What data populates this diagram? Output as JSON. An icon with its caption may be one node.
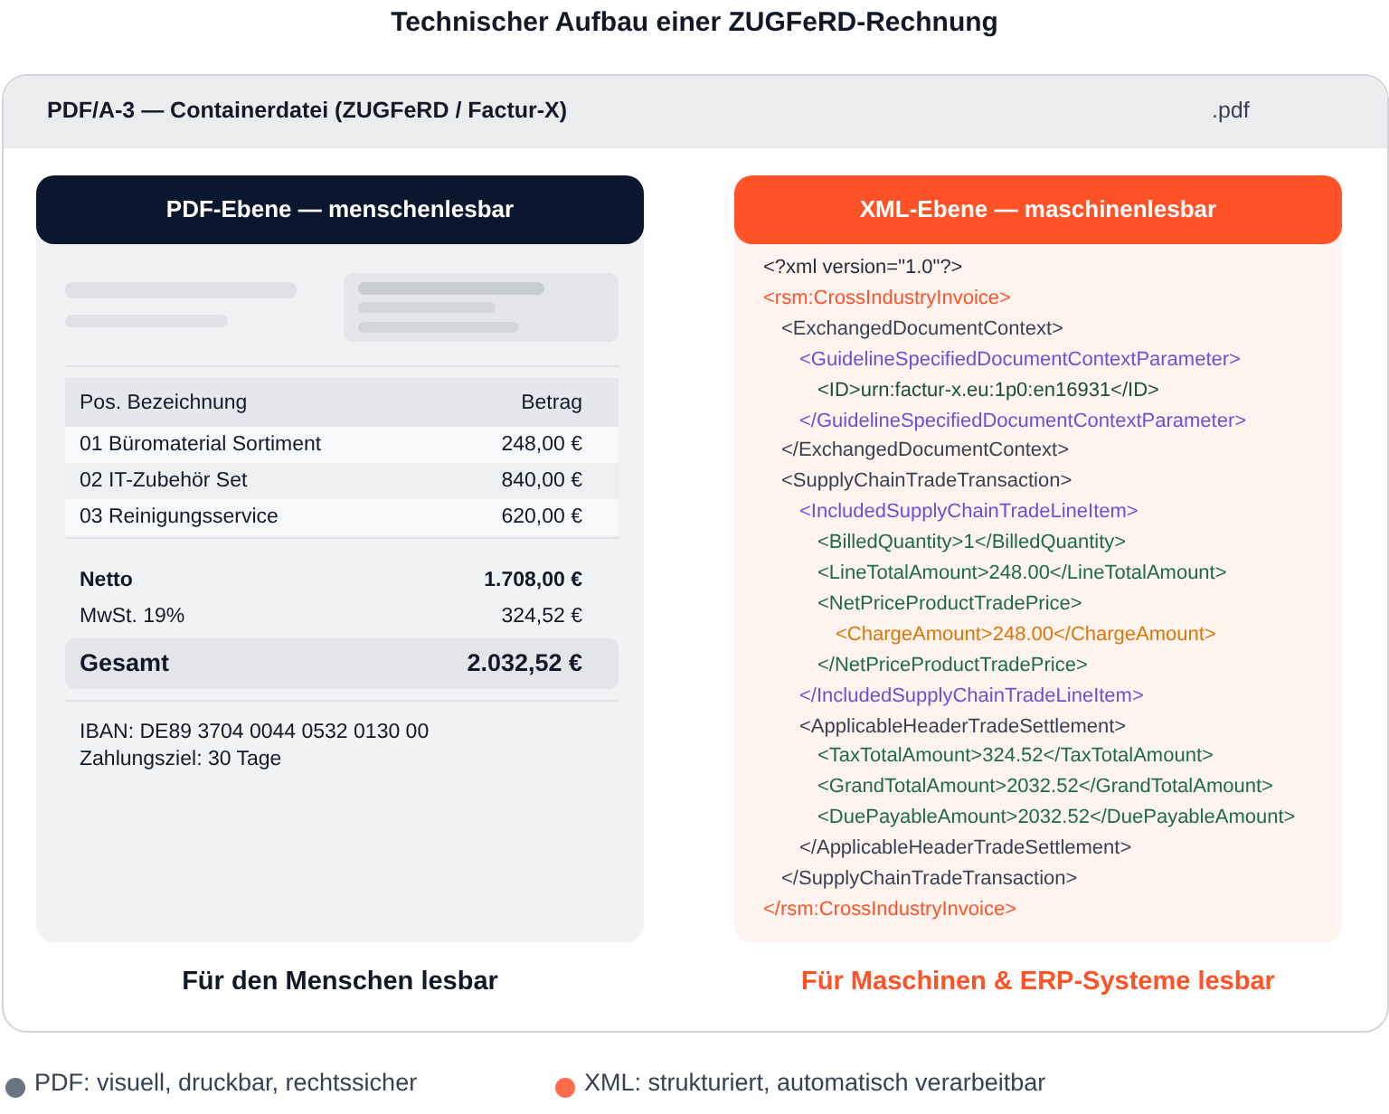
{
  "diagram": {
    "title": "Technischer Aufbau einer ZUGFeRD-Rechnung",
    "nodes": [
      {
        "text": [
          "PDF/A-3 — Containerdatei (ZUGFeRD / Factur-X)",
          ".pdf"
        ]
      },
      {
        "text": [
          "PDF-Ebene — menschenlesbar"
        ],
        "in": 0,
        "beside": [
          "Für den Menschen lesbar"
        ]
      },
      {
        "text": [
          "XML-Ebene — maschinenlesbar"
        ],
        "in": 0,
        "beside": [
          "Für Maschinen & ERP-Systeme lesbar"
        ]
      }
    ],
    "edges": [],
    "labels": [
      "Pos. Bezeichnung",
      "Betrag",
      "01 Büromaterial Sortiment",
      "248,00 €",
      "02 IT-Zubehör Set",
      "840,00 €",
      "03 Reinigungsservice",
      "620,00 €",
      "Netto",
      "1.708,00 €",
      "MwSt. 19%",
      "324,52 €",
      "Gesamt",
      "2.032,52 €",
      "IBAN: DE89 3704 0044 0532 0130 00",
      "Zahlungsziel: 30 Tage",
      "<?xml version=\"1.0\"?>",
      "<rsm:CrossIndustryInvoice>",
      "<ExchangedDocumentContext>",
      "<GuidelineSpecifiedDocumentContextParameter>",
      "<ID>urn:factur-x.eu:1p0:en16931</ID>",
      "</GuidelineSpecifiedDocumentContextParameter>",
      "</ExchangedDocumentContext>",
      "<SupplyChainTradeTransaction>",
      "<IncludedSupplyChainTradeLineItem>",
      "<BilledQuantity>1</BilledQuantity>",
      "<LineTotalAmount>248.00</LineTotalAmount>",
      "<NetPriceProductTradePrice>",
      "<ChargeAmount>248.00</ChargeAmount>",
      "</NetPriceProductTradePrice>",
      "</IncludedSupplyChainTradeLineItem>",
      "<ApplicableHeaderTradeSettlement>",
      "<TaxTotalAmount>324.52</TaxTotalAmount>",
      "<GrandTotalAmount>2032.52</GrandTotalAmount>",
      "<DuePayableAmount>2032.52</DuePayableAmount>",
      "</ApplicableHeaderTradeSettlement>",
      "</SupplyChainTradeTransaction>",
      "</rsm:CrossIndustryInvoice>"
    ],
    "legend": [
      {
        "text": "PDF: visuell, druckbar, rechtssicher",
        "color": "#6b7280"
      },
      {
        "text": "XML: strukturiert, automatisch verarbeitbar",
        "color": "#ff6b4a"
      }
    ]
  }
}
